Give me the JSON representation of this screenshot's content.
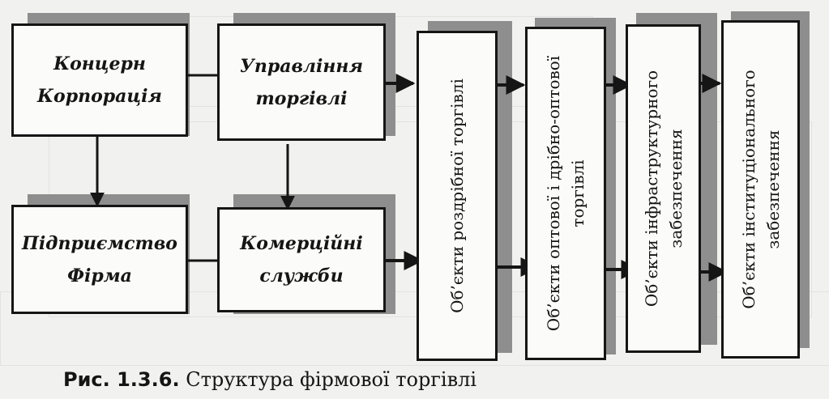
{
  "boxes": {
    "concern": {
      "line1": "Концерн",
      "line2": "Корпорація"
    },
    "trade_management": {
      "line1": "Управління",
      "line2": "торгівлі"
    },
    "enterprise": {
      "line1": "Підприємство",
      "line2": "Фірма"
    },
    "commercial_services": {
      "line1": "Комерційні",
      "line2": "служби"
    }
  },
  "columns": {
    "retail": {
      "line1": "Об’єкти роздрібної торгівлі"
    },
    "wholesale": {
      "line1": "Об’єкти оптової і дрібно-оптової",
      "line2": "торгівлі"
    },
    "infrastructure": {
      "line1": "Об’єкти інфраструктурного",
      "line2": "забезпечення"
    },
    "institutional": {
      "line1": "Об’єкти інституціонального",
      "line2": "забезпечення"
    }
  },
  "caption": {
    "label": "Рис. 1.3.6.",
    "text": "Структура фірмової торгівлі"
  }
}
